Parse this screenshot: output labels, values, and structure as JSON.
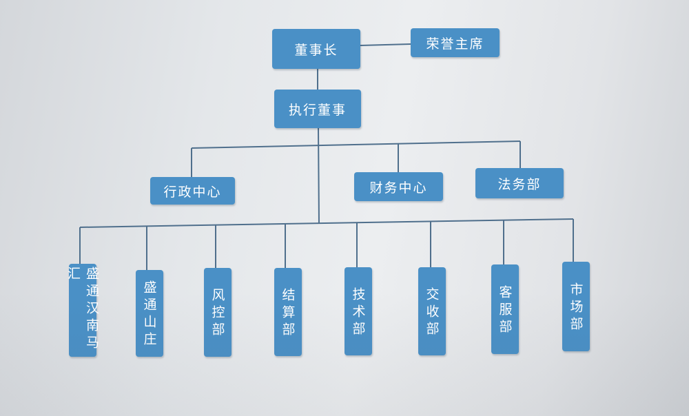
{
  "org_chart": {
    "top": {
      "chairman": "董事长",
      "honorary_chairman": "荣誉主席",
      "executive_director": "执行董事"
    },
    "centers": [
      "行政中心",
      "财务中心",
      "法务部"
    ],
    "departments": [
      "盛通汉南马汇",
      "盛通山庄",
      "风控部",
      "结算部",
      "技术部",
      "交收部",
      "客服部",
      "市场部"
    ]
  },
  "colors": {
    "box": "#4a90c6",
    "line": "#4f6f8c",
    "text": "#ffffff"
  }
}
